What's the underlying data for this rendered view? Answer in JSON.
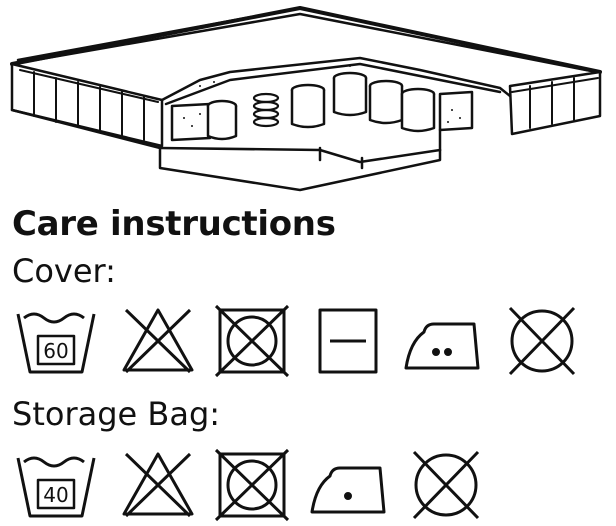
{
  "title": "Care instructions",
  "sections": [
    {
      "label": "Cover:",
      "symbols": [
        {
          "icon": "wash-60-icon",
          "text": "60"
        },
        {
          "icon": "do-not-bleach-icon"
        },
        {
          "icon": "do-not-tumble-dry-icon"
        },
        {
          "icon": "line-dry-icon"
        },
        {
          "icon": "iron-medium-heat-icon"
        },
        {
          "icon": "do-not-dry-clean-icon"
        }
      ]
    },
    {
      "label": "Storage Bag:",
      "symbols": [
        {
          "icon": "wash-40-icon",
          "text": "40"
        },
        {
          "icon": "do-not-bleach-icon"
        },
        {
          "icon": "do-not-tumble-dry-icon"
        },
        {
          "icon": "iron-low-heat-icon"
        },
        {
          "icon": "do-not-dry-clean-icon"
        }
      ]
    }
  ]
}
